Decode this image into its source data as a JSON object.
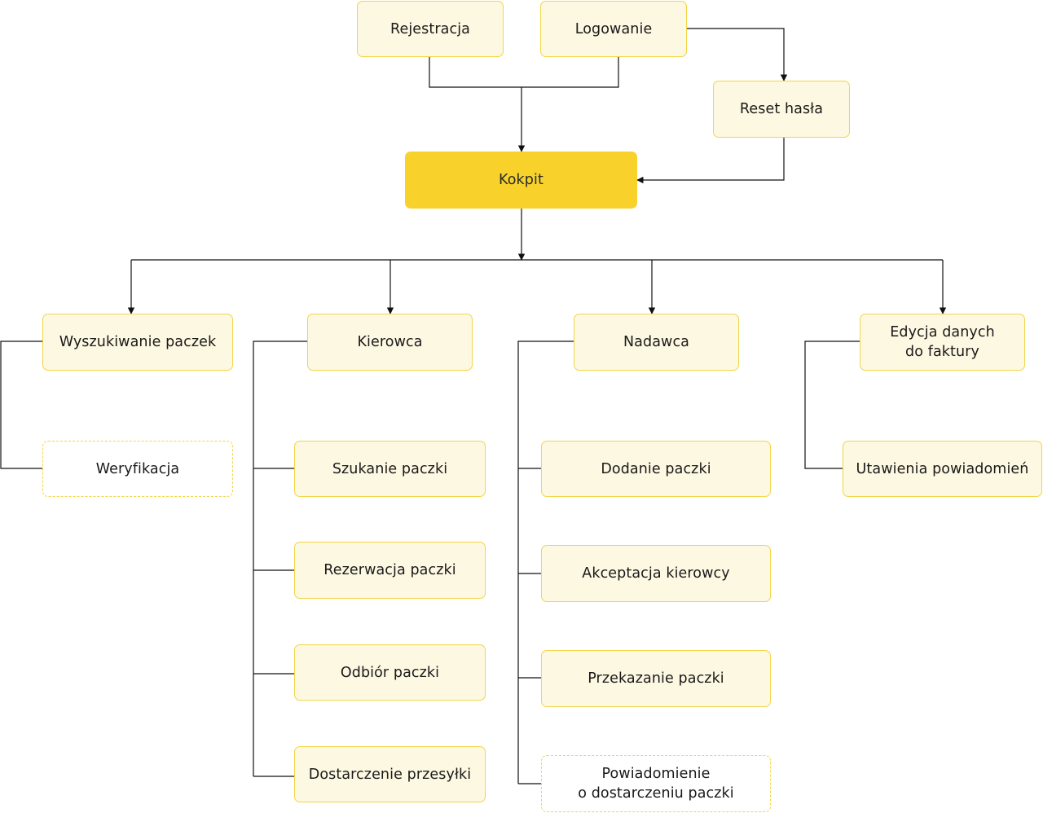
{
  "theme": {
    "node_fill": "#fdf8e2",
    "node_border": "#f2d549",
    "primary_fill": "#f8d22b",
    "connector": "#111111"
  },
  "nodes": {
    "rejestracja": "Rejestracja",
    "logowanie": "Logowanie",
    "reset_hasla": "Reset hasła",
    "kokpit": "Kokpit",
    "wyszukiwanie": "Wyszukiwanie paczek",
    "weryfikacja": "Weryfikacja",
    "kierowca": "Kierowca",
    "szukanie": "Szukanie paczki",
    "rezerwacja": "Rezerwacja paczki",
    "odbior": "Odbiór paczki",
    "dostarczenie": "Dostarczenie przesyłki",
    "nadawca": "Nadawca",
    "dodanie": "Dodanie paczki",
    "akceptacja": "Akceptacja kierowcy",
    "przekazanie": "Przekazanie paczki",
    "powiadomienie_l1": "Powiadomienie",
    "powiadomienie_l2": "o dostarczeniu paczki",
    "edycja_l1": "Edycja danych",
    "edycja_l2": "do faktury",
    "ustawienia": "Utawienia powiadomień"
  },
  "optional_nodes": [
    "weryfikacja",
    "powiadomienie"
  ],
  "edges": [
    {
      "from": "rejestracja",
      "to": "kokpit"
    },
    {
      "from": "logowanie",
      "to": "kokpit"
    },
    {
      "from": "logowanie",
      "to": "reset_hasla"
    },
    {
      "from": "reset_hasla",
      "to": "kokpit"
    },
    {
      "from": "kokpit",
      "to": "wyszukiwanie"
    },
    {
      "from": "kokpit",
      "to": "kierowca"
    },
    {
      "from": "kokpit",
      "to": "nadawca"
    },
    {
      "from": "kokpit",
      "to": "edycja"
    },
    {
      "from": "wyszukiwanie",
      "to": "weryfikacja"
    },
    {
      "from": "kierowca",
      "to": "szukanie"
    },
    {
      "from": "kierowca",
      "to": "rezerwacja"
    },
    {
      "from": "kierowca",
      "to": "odbior"
    },
    {
      "from": "kierowca",
      "to": "dostarczenie"
    },
    {
      "from": "nadawca",
      "to": "dodanie"
    },
    {
      "from": "nadawca",
      "to": "akceptacja"
    },
    {
      "from": "nadawca",
      "to": "przekazanie"
    },
    {
      "from": "nadawca",
      "to": "powiadomienie"
    },
    {
      "from": "edycja",
      "to": "ustawienia"
    }
  ]
}
